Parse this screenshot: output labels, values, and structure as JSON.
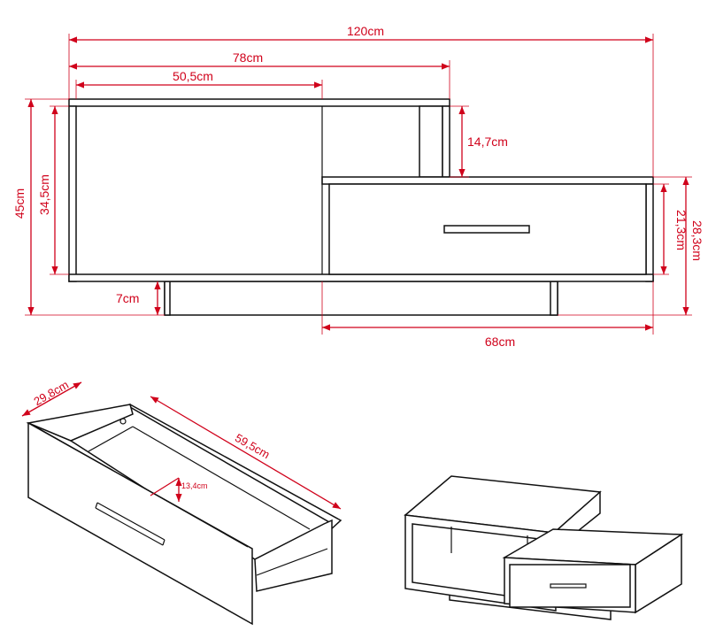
{
  "colors": {
    "dimension": "#d0021b",
    "outline": "#111111"
  },
  "front_view": {
    "total_width": "120cm",
    "upper_width": "78cm",
    "open_shelf_width": "50,5cm",
    "step_height": "14,7cm",
    "total_height": "45cm",
    "inner_height": "34,5cm",
    "base_height": "7cm",
    "drawer_height": "21,3cm",
    "right_block_height": "28,3cm",
    "right_block_width": "68cm"
  },
  "drawer_view": {
    "width": "29,8cm",
    "depth": "59,5cm",
    "inner_height": "13,4cm"
  }
}
